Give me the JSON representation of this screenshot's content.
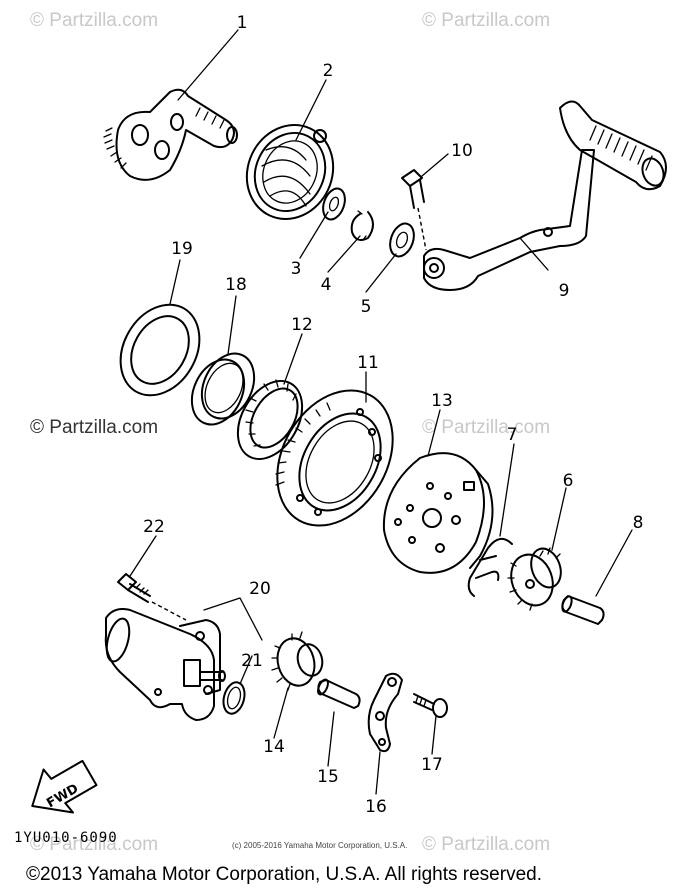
{
  "watermark": {
    "text": "© Partzilla.com"
  },
  "callouts": {
    "p1": "1",
    "p2": "2",
    "p3": "3",
    "p4": "4",
    "p5": "5",
    "p6": "6",
    "p7": "7",
    "p8": "8",
    "p9": "9",
    "p10": "10",
    "p11": "11",
    "p12": "12",
    "p13": "13",
    "p14": "14",
    "p15": "15",
    "p16": "16",
    "p17": "17",
    "p18": "18",
    "p19": "19",
    "p20": "20",
    "p21": "21",
    "p22": "22"
  },
  "fwd_label": "FWD",
  "diagram_code": "1YU010-6090",
  "small_copyright": "(c) 2005-2016 Yamaha Motor Corporation, U.S.A.",
  "footer_copyright": "©2013 Yamaha Motor Corporation, U.S.A. All rights reserved."
}
